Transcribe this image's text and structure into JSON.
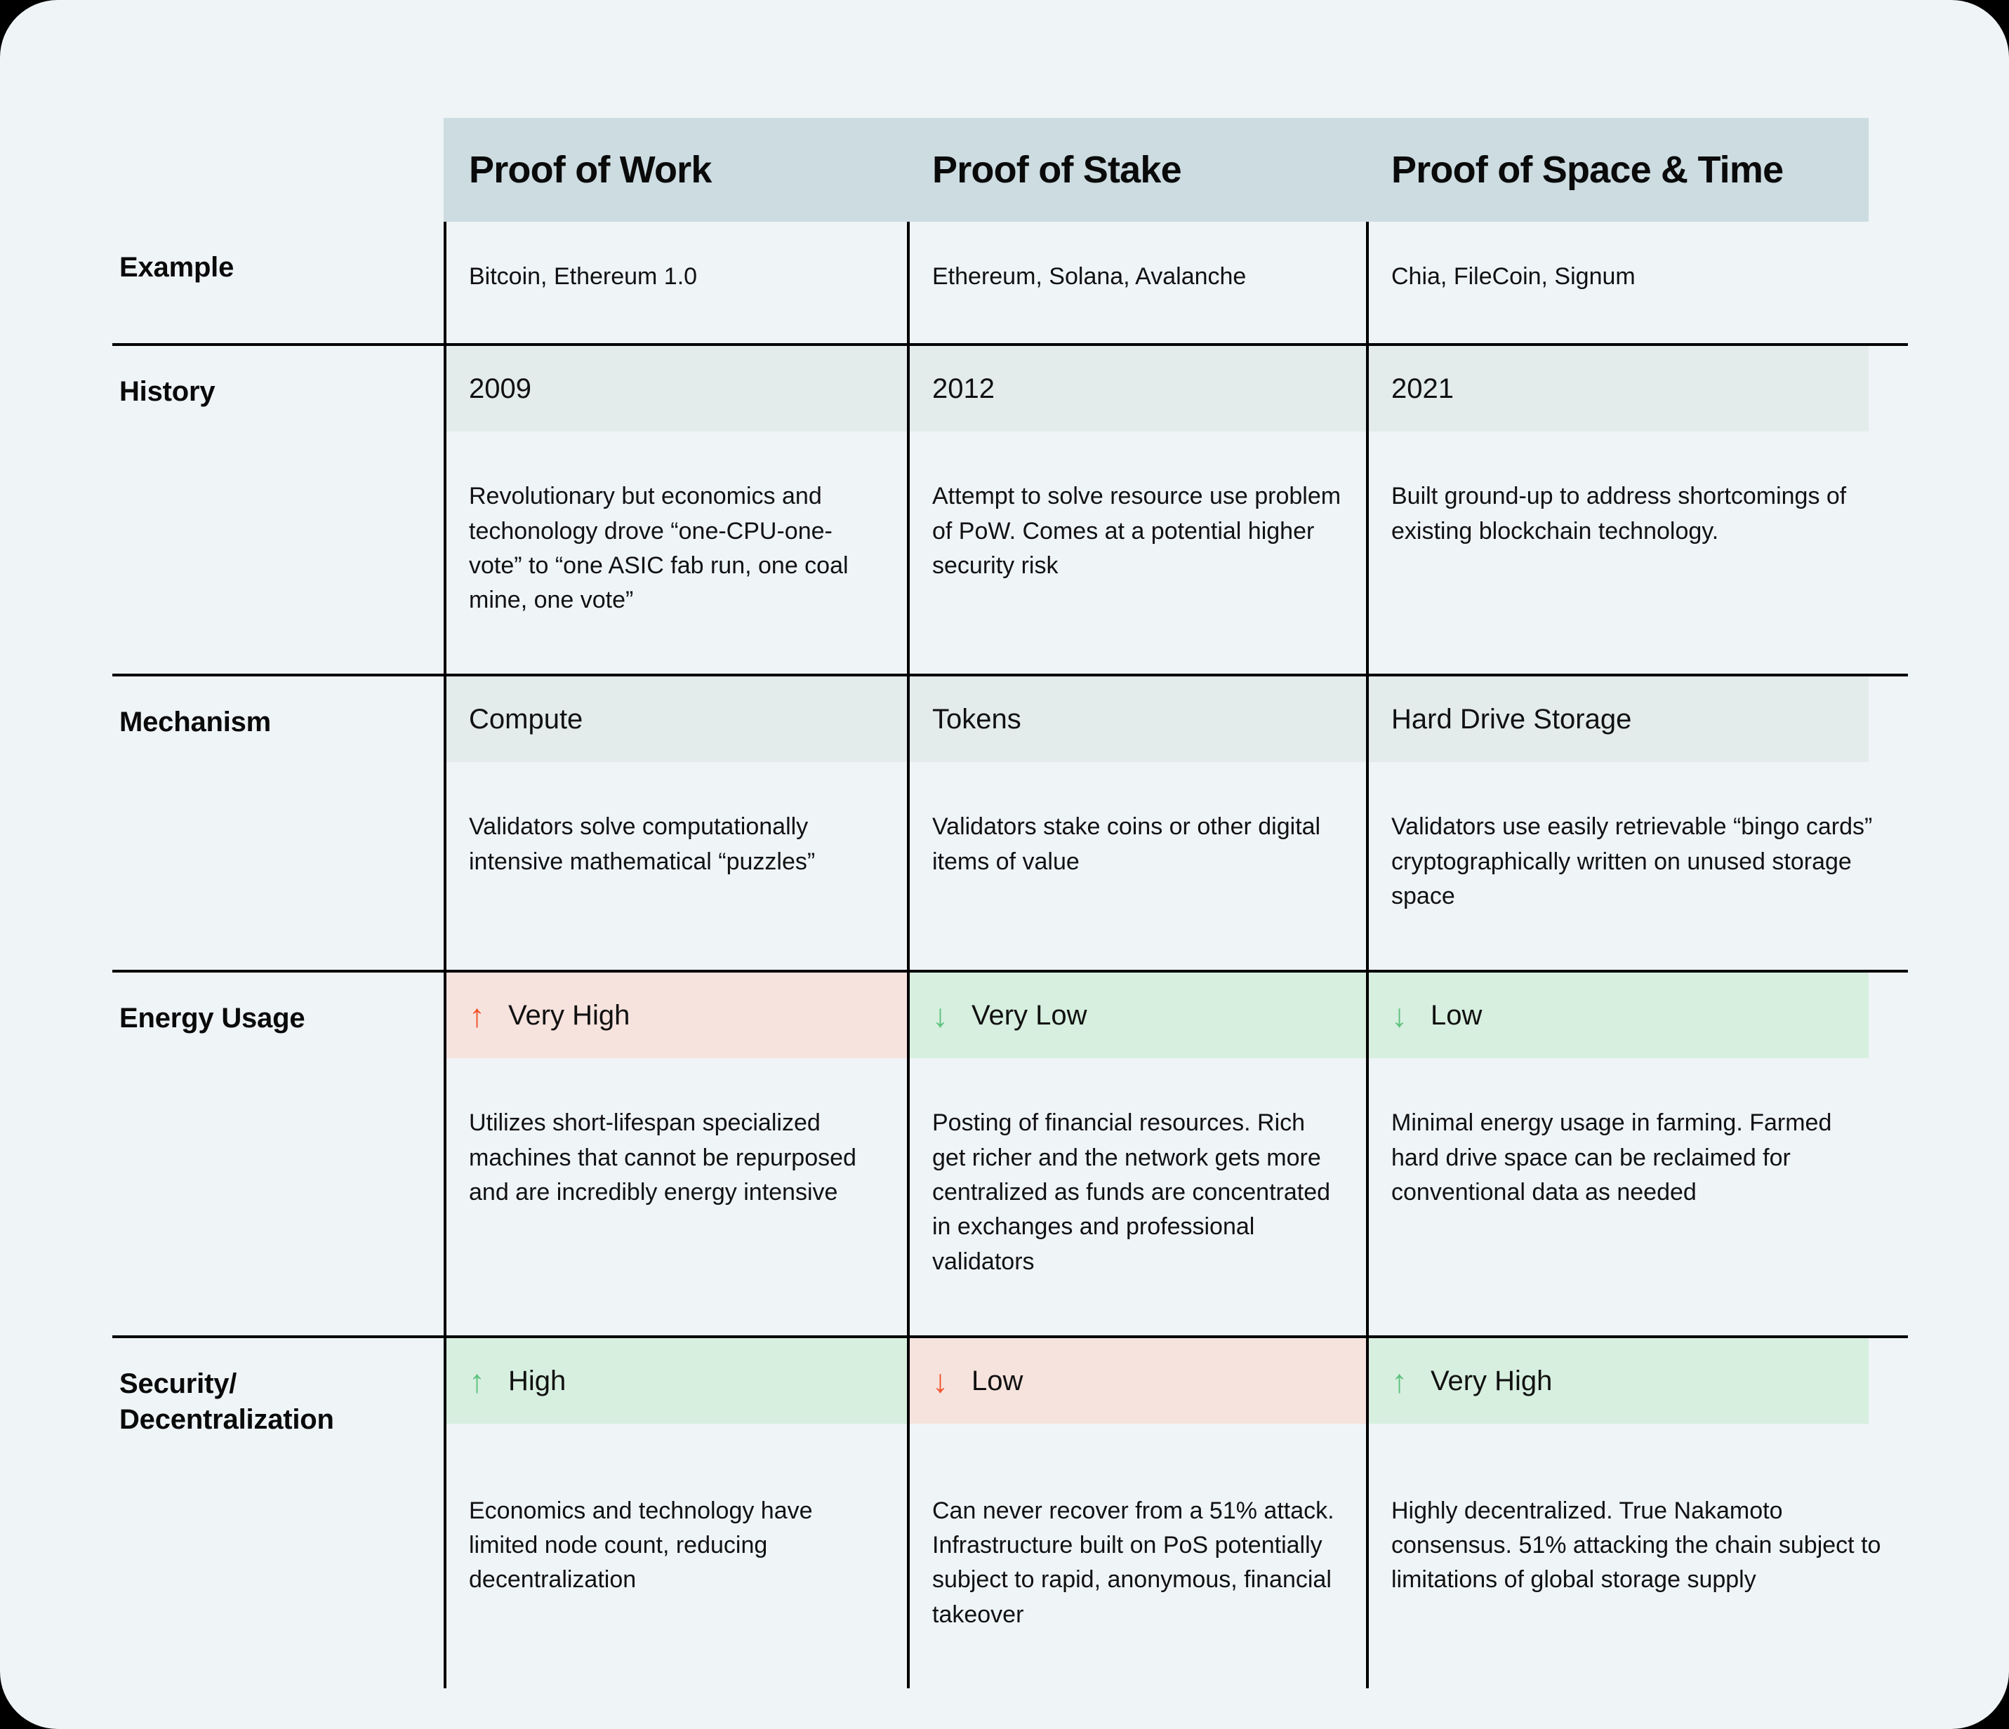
{
  "theme": {
    "page_background": "#eff4f7",
    "backdrop": "#000000",
    "header_band": "#ccdce1",
    "neutral_band": "#e3eceb",
    "red_band": "#f6e3de",
    "green_band": "#d7efdf",
    "arrow_red": "#f2552c",
    "arrow_green": "#5ec27e",
    "rule": "#000000",
    "text": "#111111"
  },
  "columns": [
    {
      "title": "Proof of Work"
    },
    {
      "title": "Proof of Stake"
    },
    {
      "title": "Proof of Space & Time"
    }
  ],
  "rows": {
    "example": {
      "label": "Example",
      "cells": [
        "Bitcoin, Ethereum 1.0",
        "Ethereum, Solana, Avalanche",
        "Chia, FileCoin, Signum"
      ]
    },
    "history": {
      "label": "History",
      "bands": [
        "2009",
        "2012",
        "2021"
      ],
      "details": [
        "Revolutionary but economics and techonology drove “one-CPU-one-vote” to “one ASIC fab run, one coal mine, one vote”",
        "Attempt to solve resource use problem of PoW. Comes at a potential higher security risk",
        "Built ground-up to address shortcomings of existing blockchain technology."
      ]
    },
    "mechanism": {
      "label": "Mechanism",
      "bands": [
        "Compute",
        "Tokens",
        "Hard Drive Storage"
      ],
      "details": [
        "Validators solve computationally intensive mathematical “puzzles”",
        "Validators stake coins or other digital items of value",
        "Validators use easily retrievable “bingo cards” cryptographically written on unused storage space"
      ]
    },
    "energy": {
      "label": "Energy Usage",
      "ratings": [
        {
          "value": "Very High",
          "arrow": "arrow-up-icon",
          "glyph": "↑",
          "tone": "red"
        },
        {
          "value": "Very Low",
          "arrow": "arrow-down-icon",
          "glyph": "↓",
          "tone": "green"
        },
        {
          "value": "Low",
          "arrow": "arrow-down-icon",
          "glyph": "↓",
          "tone": "green"
        }
      ],
      "details": [
        "Utilizes short-lifespan specialized machines that cannot be repurposed and are incredibly energy intensive",
        "Posting of financial resources. Rich get richer and the network gets more centralized as funds are concentrated in exchanges and professional validators",
        "Minimal energy usage in farming. Farmed hard drive space can be reclaimed for conventional data as needed"
      ]
    },
    "security": {
      "label": "Security/\nDecentralization",
      "ratings": [
        {
          "value": "High",
          "arrow": "arrow-up-icon",
          "glyph": "↑",
          "tone": "green"
        },
        {
          "value": "Low",
          "arrow": "arrow-down-icon",
          "glyph": "↓",
          "tone": "red"
        },
        {
          "value": "Very High",
          "arrow": "arrow-up-icon",
          "glyph": "↑",
          "tone": "green"
        }
      ],
      "details": [
        "Economics and technology have limited node count, reducing decentralization",
        "Can never recover from a 51% attack. Infrastructure built on PoS potentially subject to rapid, anonymous, financial takeover",
        "Highly decentralized. True Nakamoto consensus. 51% attacking the chain subject to limitations of global storage supply"
      ]
    }
  }
}
